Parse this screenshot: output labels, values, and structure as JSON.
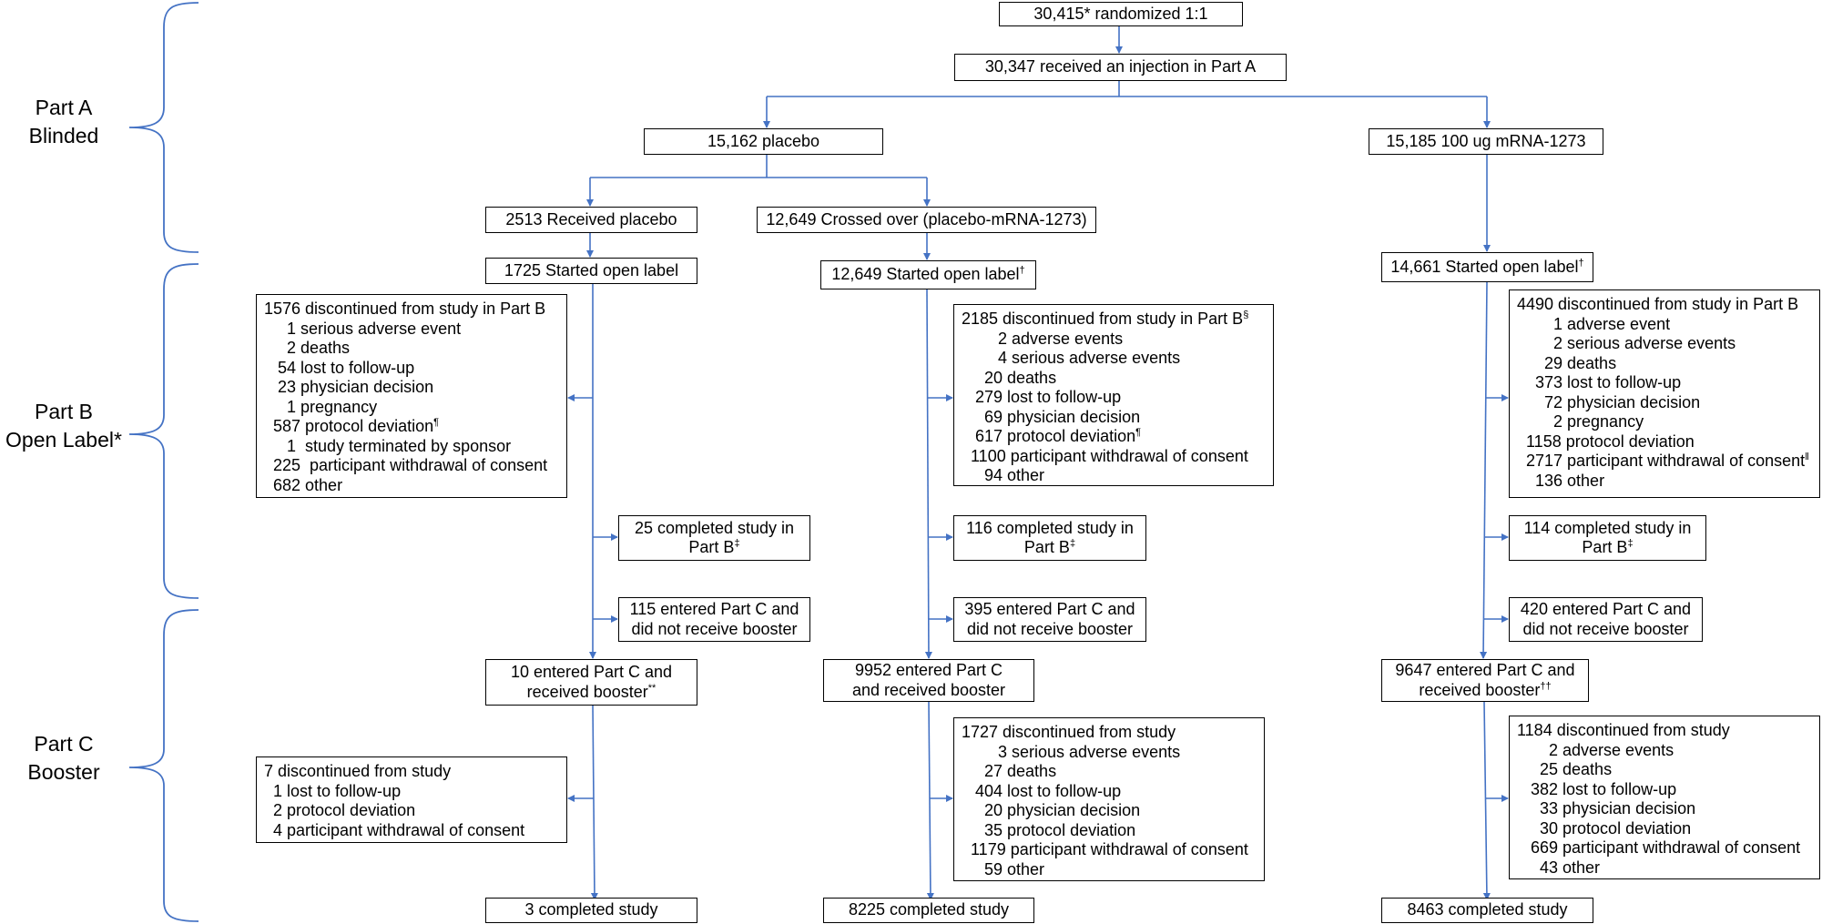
{
  "phases": [
    {
      "lines": [
        "Part A",
        "Blinded"
      ]
    },
    {
      "lines": [
        "Part B",
        "Open Label*"
      ]
    },
    {
      "lines": [
        "Part C",
        "Booster"
      ]
    }
  ],
  "top": {
    "randomized": "30,415* randomized 1:1",
    "injection": "30,347 received an injection in Part A"
  },
  "arms": {
    "placebo_root": "15,162 placebo",
    "mrna_root": "15,185 100 ug mRNA-1273",
    "received_placebo": "2513 Received placebo",
    "crossed_over": "12,649 Crossed over (placebo-mRNA-1273)"
  },
  "col1": {
    "started": "1725 Started open label",
    "discontinued_b": [
      "1576 discontinued from study in Part B",
      "     1 serious adverse event",
      "     2 deaths",
      "   54 lost to follow-up",
      "   23 physician decision",
      "     1 pregnancy",
      "  587 protocol deviation",
      "     1  study terminated by sponsor",
      "  225  participant withdrawal of consent",
      "  682 other"
    ],
    "completed_b": [
      "25 completed study in",
      "Part B"
    ],
    "no_booster": [
      "115 entered Part C and",
      "did not receive booster"
    ],
    "booster": [
      "10 entered Part C and",
      "received booster"
    ],
    "discontinued_c": [
      "7 discontinued from study",
      "  1 lost to follow-up",
      "  2 protocol deviation",
      "  4 participant withdrawal of consent"
    ],
    "completed": "3 completed study"
  },
  "col2": {
    "started": "12,649 Started open label",
    "discontinued_b": [
      "2185 discontinued from study in Part B",
      "        2 adverse events",
      "        4 serious adverse events",
      "     20 deaths",
      "   279 lost to follow-up",
      "     69 physician decision",
      "   617 protocol deviation",
      "  1100 participant withdrawal of consent",
      "     94 other"
    ],
    "completed_b": [
      "116 completed study in",
      "Part B"
    ],
    "no_booster": [
      "395 entered Part C and",
      "did not receive booster"
    ],
    "booster": [
      "9952 entered Part C",
      "and received booster"
    ],
    "discontinued_c": [
      "1727 discontinued from study",
      "        3 serious adverse events",
      "     27 deaths",
      "   404 lost to follow-up",
      "     20 physician decision",
      "     35 protocol deviation",
      "  1179 participant withdrawal of consent",
      "     59 other"
    ],
    "completed": "8225 completed study"
  },
  "col3": {
    "started": "14,661 Started open label",
    "discontinued_b": [
      "4490 discontinued from study in Part B",
      "        1 adverse event",
      "        2 serious adverse events",
      "      29 deaths",
      "    373 lost to follow-up",
      "      72 physician decision",
      "        2 pregnancy",
      "  1158 protocol deviation",
      "  2717 participant withdrawal of consent",
      "    136 other"
    ],
    "completed_b": [
      "114 completed study in",
      "Part B"
    ],
    "no_booster": [
      "420 entered Part C and",
      "did not receive booster"
    ],
    "booster": [
      "9647 entered Part C and",
      "received booster"
    ],
    "discontinued_c": [
      "1184 discontinued from study",
      "       2 adverse events",
      "     25 deaths",
      "   382 lost to follow-up",
      "     33 physician decision",
      "     30 protocol deviation",
      "   669 participant withdrawal of consent",
      "     43 other"
    ],
    "completed": "8463 completed study"
  },
  "footnote_marks": {
    "dagger": "†",
    "double_dagger": "‡",
    "section": "§",
    "pilcrow": "¶",
    "double_asterisk": "**",
    "double_dagger_pair": "††",
    "ii": "‖"
  },
  "colors": {
    "connector": "#4472c4",
    "bracket": "#4472c4",
    "box_border": "#000000"
  }
}
